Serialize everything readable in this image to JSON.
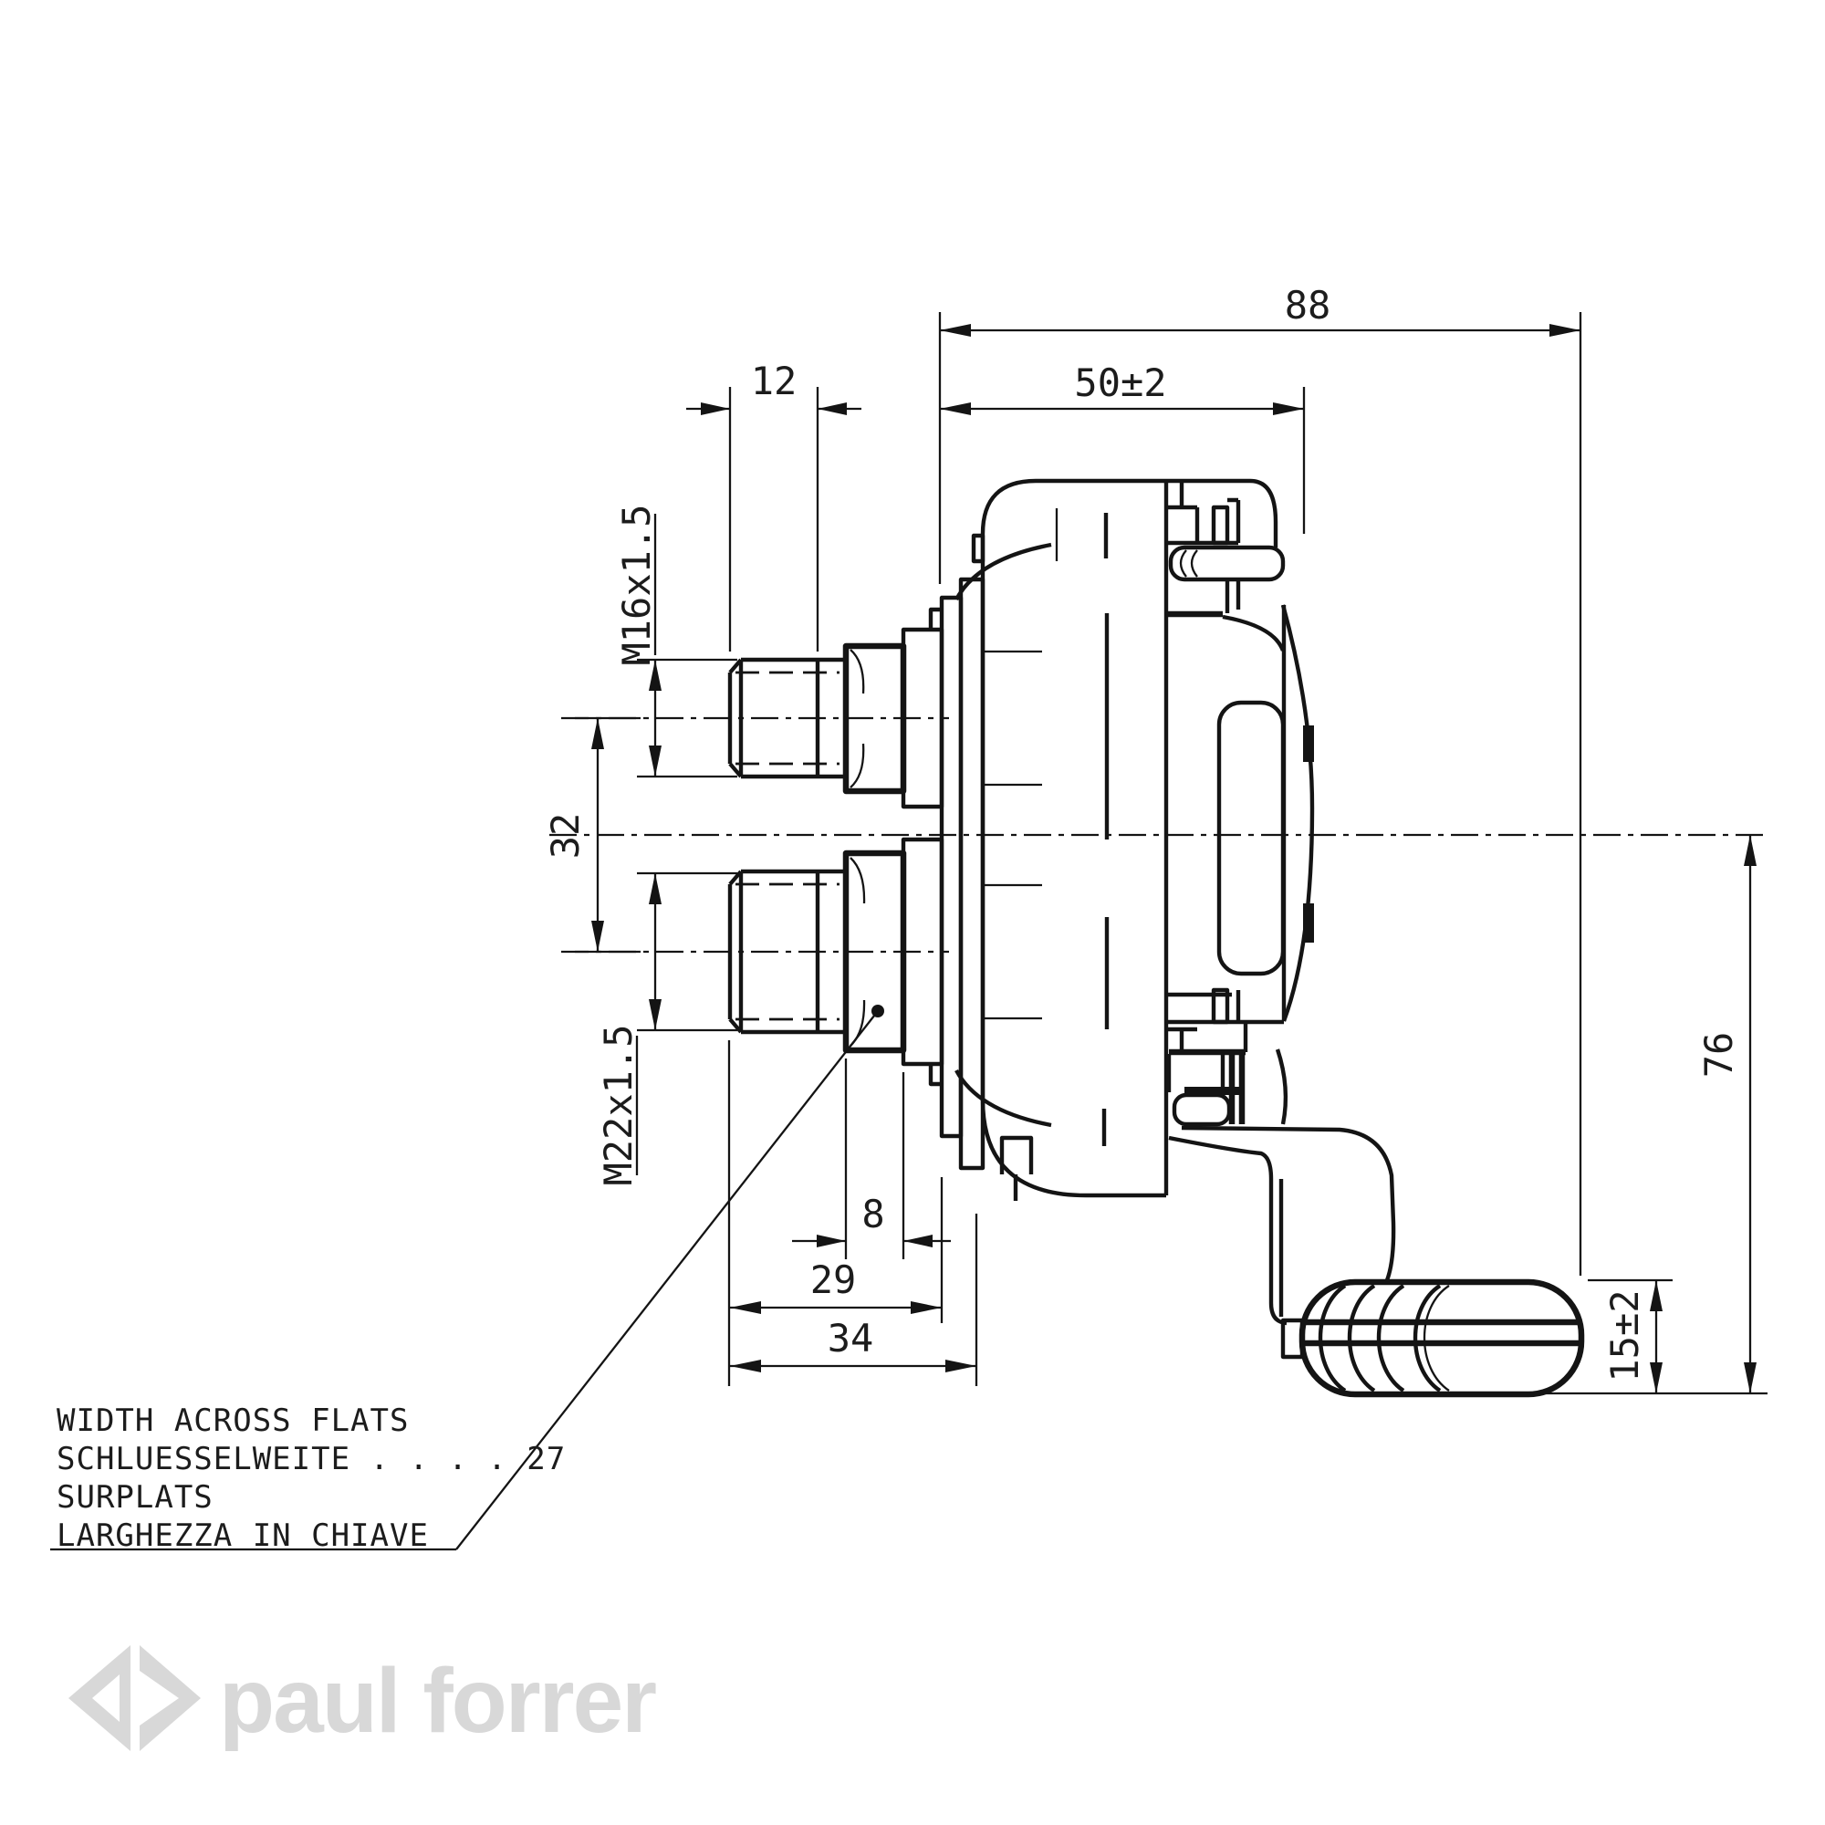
{
  "title": "Technical drawing - crank valve side view",
  "dims": {
    "overall_width": "88",
    "body_depth": "50±2",
    "thread_length": "12",
    "upper_thread_spec": "M16x1.5",
    "lower_thread_spec": "M22x1.5",
    "port_spacing": "32",
    "nut_thickness": "8",
    "depth_to_face": "29",
    "overall_depth": "34",
    "height_below_axis": "76",
    "knob_height": "15±2"
  },
  "note": {
    "line1": "WIDTH ACROSS FLATS",
    "line2": "SCHLUESSELWEITE . . . . 27",
    "line3": "SURPLATS",
    "line4": "LARGHEZZA IN CHIAVE"
  },
  "logo": {
    "text": "paul forrer"
  },
  "colors": {
    "line": "#141414",
    "logo_gray": "#d8d8d8",
    "background": "#ffffff"
  }
}
